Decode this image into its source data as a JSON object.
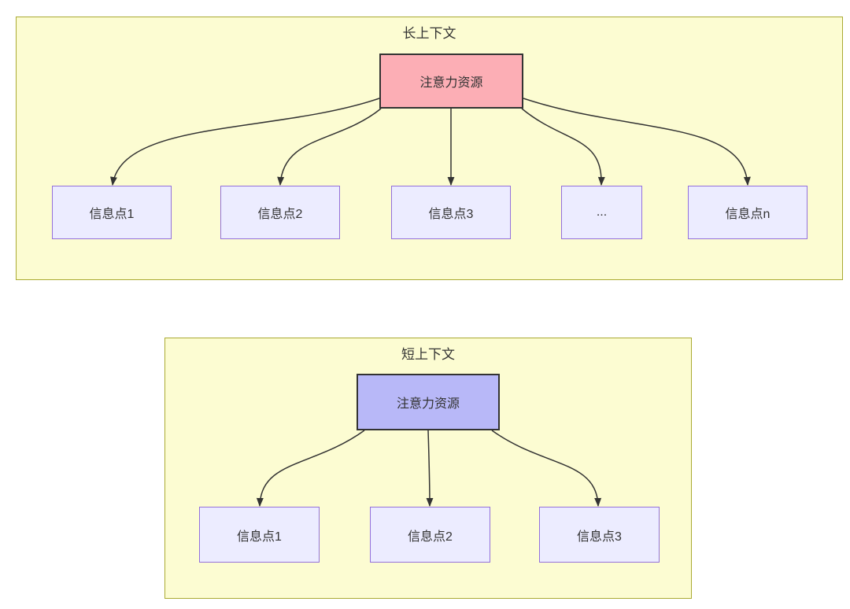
{
  "colors": {
    "cluster_fill": "#fcfcd2",
    "cluster_border": "#aaaa33",
    "info_node_fill": "#ececff",
    "info_node_border": "#9370db",
    "attention_long_fill": "#fcaeb5",
    "attention_short_fill": "#b8b8f8",
    "node_border_dark": "#333333",
    "arrow_color": "#333333",
    "text_color": "#333333"
  },
  "long_context": {
    "title": "长上下文",
    "attention_node": "注意力资源",
    "info_nodes": [
      "信息点1",
      "信息点2",
      "信息点3",
      "...",
      "信息点n"
    ]
  },
  "short_context": {
    "title": "短上下文",
    "attention_node": "注意力资源",
    "info_nodes": [
      "信息点1",
      "信息点2",
      "信息点3"
    ]
  }
}
